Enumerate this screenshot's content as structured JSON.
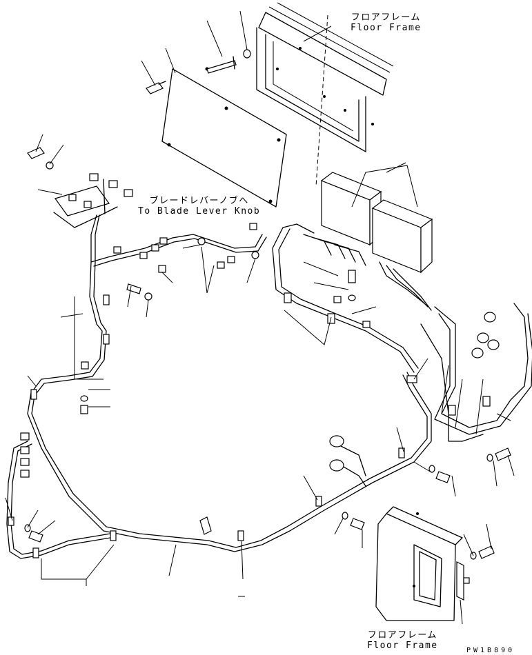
{
  "labels": {
    "floor_frame_top_jp": "フロアフレーム",
    "floor_frame_top_en": "Floor Frame",
    "blade_lever_jp": "ブレードレバーノブへ",
    "blade_lever_en": "To Blade Lever Knob",
    "floor_frame_bottom_jp": "フロアフレーム",
    "floor_frame_bottom_en": "Floor Frame",
    "drawing_code": "PW1B890"
  }
}
